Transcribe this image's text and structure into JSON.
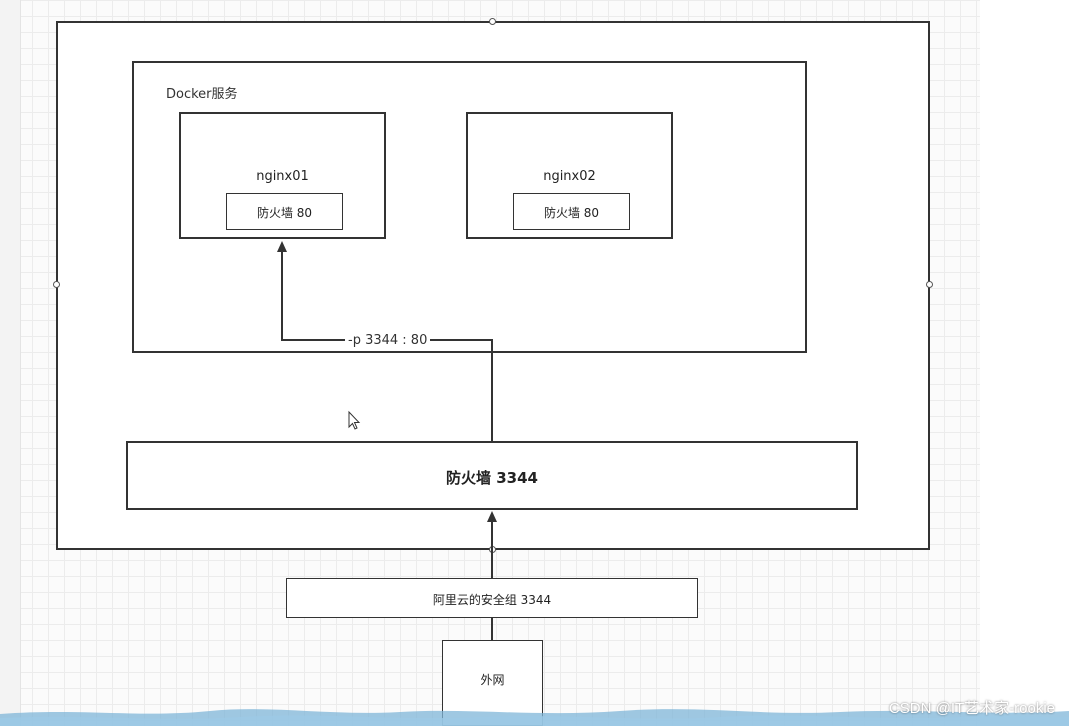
{
  "diagram": {
    "docker_service_label": "Docker服务",
    "containers": [
      {
        "name": "nginx01",
        "firewall": "防火墙  80"
      },
      {
        "name": "nginx02",
        "firewall": "防火墙  80"
      }
    ],
    "port_mapping_label": "-p 3344 : 80",
    "host_firewall_label": "防火墙   3344",
    "aliyun_security_group_label": "阿里云的安全组   3344",
    "internet_label": "外网"
  },
  "watermark": "CSDN @IT艺术家-rookie",
  "colors": {
    "stroke": "#333333",
    "grid": "#ececec",
    "wave": "#7fb6d8"
  }
}
